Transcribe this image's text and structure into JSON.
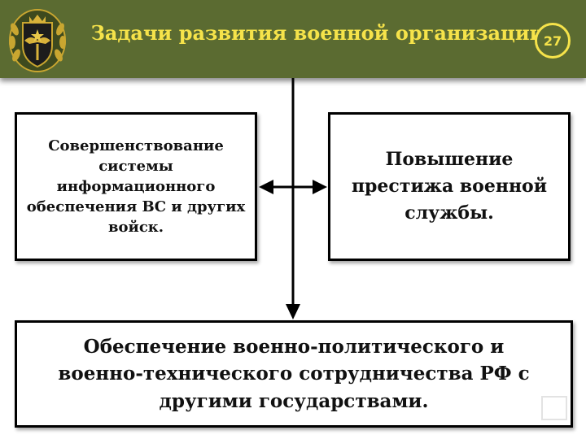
{
  "header": {
    "title": "Задачи развития военной организации",
    "page_number": "27",
    "emblem_icon": "army-emblem-icon",
    "background_color": "#5b6b31",
    "title_color": "#f6e34a"
  },
  "boxes": {
    "left": "Совершенствование системы информационного обеспечения ВС и других войск.",
    "right": "Повышение престижа военной службы.",
    "bottom": "Обеспечение военно-политического и военно-технического сотрудничества РФ с другими государствами."
  },
  "nav": {
    "icon": "nav-square-icon"
  }
}
